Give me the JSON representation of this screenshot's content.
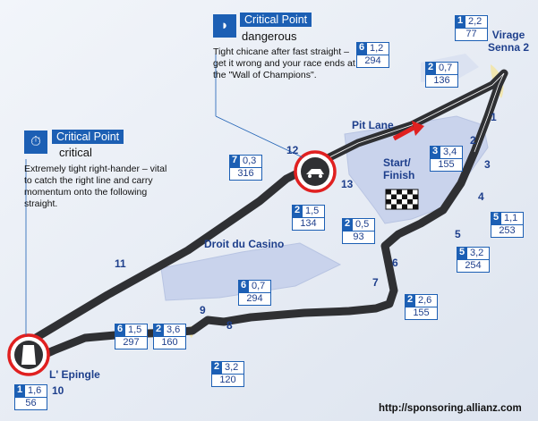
{
  "critical_points": [
    {
      "title": "Critical Point",
      "severity": "dangerous",
      "description": "Tight chicane after fast straight – get it wrong and your race ends at the \"Wall of Champions\"."
    },
    {
      "title": "Critical Point",
      "severity": "critical",
      "description": "Extremely tight right-hander – vital to catch the right line and carry momentum onto the following straight."
    }
  ],
  "labels": {
    "virage": "Virage\nSenna 2",
    "pit_lane": "Pit Lane",
    "start_finish": "Start/\nFinish",
    "casino": "Droit du Casino",
    "epingle": "L' Epingle"
  },
  "corners": [
    "1",
    "2",
    "3",
    "4",
    "5",
    "6",
    "7",
    "8",
    "9",
    "10",
    "11",
    "12",
    "13"
  ],
  "gear_boxes": [
    {
      "gear": "1",
      "factor": "2,2",
      "speed": "77"
    },
    {
      "gear": "6",
      "factor": "1,2",
      "speed": "294"
    },
    {
      "gear": "2",
      "factor": "0,7",
      "speed": "136"
    },
    {
      "gear": "3",
      "factor": "3,4",
      "speed": "155"
    },
    {
      "gear": "5",
      "factor": "1,1",
      "speed": "253"
    },
    {
      "gear": "7",
      "factor": "0,3",
      "speed": "316"
    },
    {
      "gear": "2",
      "factor": "1,5",
      "speed": "134"
    },
    {
      "gear": "2",
      "factor": "0,5",
      "speed": "93"
    },
    {
      "gear": "5",
      "factor": "3,2",
      "speed": "254"
    },
    {
      "gear": "6",
      "factor": "0,7",
      "speed": "294"
    },
    {
      "gear": "2",
      "factor": "2,6",
      "speed": "155"
    },
    {
      "gear": "6",
      "factor": "1,5",
      "speed": "297"
    },
    {
      "gear": "2",
      "factor": "3,6",
      "speed": "160"
    },
    {
      "gear": "2",
      "factor": "3,2",
      "speed": "120"
    },
    {
      "gear": "1",
      "factor": "1,6",
      "speed": "56"
    }
  ],
  "source": "http://sponsoring.allianz.com",
  "colors": {
    "accent": "#1c5fb4",
    "track": "#2f3033",
    "danger": "#e02020",
    "water": "#c9d3ec"
  },
  "icons": {
    "cp1": "helmet-icon",
    "cp2": "stopwatch-icon",
    "pit": "arrow-icon",
    "car": "race-car-icon"
  }
}
